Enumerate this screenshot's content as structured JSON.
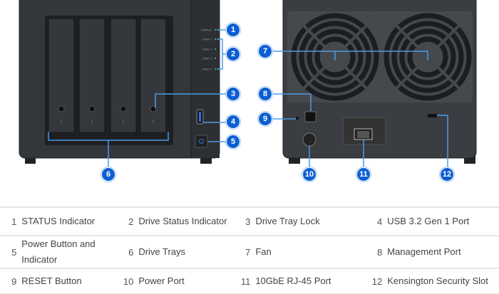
{
  "front_leds": [
    "STATUS",
    "DISK 1",
    "DISK 2",
    "DISK 3",
    "DISK 4"
  ],
  "callouts": [
    "1",
    "2",
    "3",
    "4",
    "5",
    "6",
    "7",
    "8",
    "9",
    "10",
    "11",
    "12"
  ],
  "colors": {
    "callout": "#0d5fd3",
    "leader": "#4b9be6",
    "chassis": "#2f3236",
    "panel": "#3a3d42",
    "led": "#3fcf6a"
  },
  "legend": {
    "rows": [
      [
        {
          "num": "1",
          "label": "STATUS Indicator"
        },
        {
          "num": "2",
          "label": "Drive Status Indicator"
        },
        {
          "num": "3",
          "label": "Drive Tray Lock"
        },
        {
          "num": "4",
          "label": "USB 3.2 Gen 1 Port"
        }
      ],
      [
        {
          "num": "5",
          "label": "Power Button and Indicator"
        },
        {
          "num": "6",
          "label": "Drive Trays"
        },
        {
          "num": "7",
          "label": "Fan"
        },
        {
          "num": "8",
          "label": "Management Port"
        }
      ],
      [
        {
          "num": "9",
          "label": "RESET Button"
        },
        {
          "num": "10",
          "label": "Power Port"
        },
        {
          "num": "11",
          "label": "10GbE RJ-45 Port"
        },
        {
          "num": "12",
          "label": "Kensington Security Slot"
        }
      ]
    ]
  }
}
